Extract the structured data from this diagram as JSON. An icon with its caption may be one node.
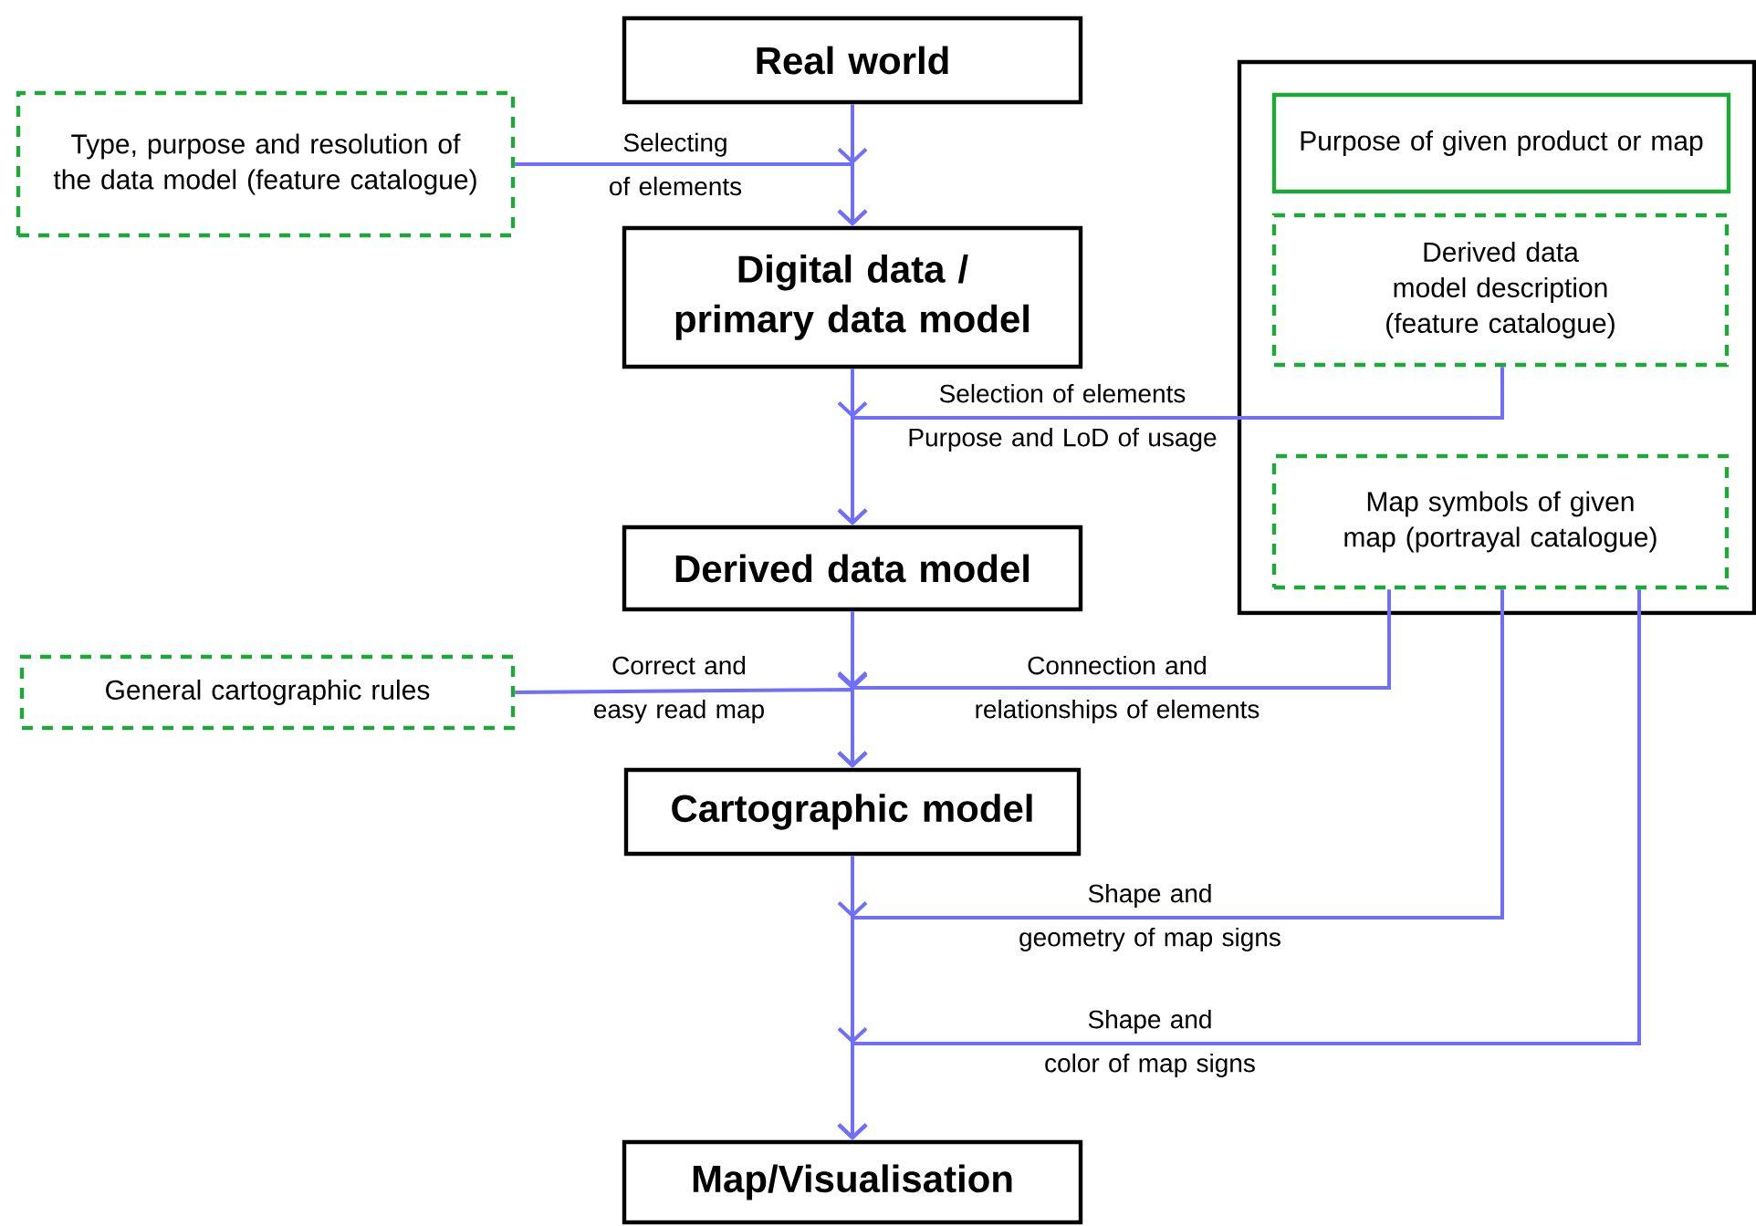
{
  "diagram": {
    "nodes": [
      {
        "text": [
          "Real world"
        ]
      },
      {
        "text": [
          "Type, purpose and resolution of the data model (feature catalogue)"
        ]
      },
      {
        "text": [
          "Digital data / primary data model"
        ]
      },
      {
        "text": [
          "Derived data model"
        ]
      },
      {
        "text": [
          "General cartographic rules"
        ]
      },
      {
        "text": [
          "Cartographic model"
        ]
      },
      {
        "text": [
          "Map/Visualisation"
        ]
      },
      {
        "text": [],
        "shape": "box"
      },
      {
        "text": [
          "Purpose of given product or map"
        ],
        "in": 7
      },
      {
        "text": [
          "Derived data model description (feature catalogue)"
        ],
        "in": 7
      },
      {
        "text": [
          "Map symbols of given map (portrayal catalogue)"
        ],
        "in": 7
      }
    ],
    "edges": [
      {
        "from": 0,
        "to": 2,
        "arrow": "to"
      },
      {
        "from": 1,
        "to": 2,
        "arrow": "to",
        "label": "Selecting of elements"
      },
      {
        "from": 2,
        "to": 3,
        "arrow": "to"
      },
      {
        "from": 9,
        "to": 3,
        "arrow": "to",
        "label": "Selection of elements Purpose and LoD of usage"
      },
      {
        "from": 3,
        "to": 5,
        "arrow": "to"
      },
      {
        "from": 4,
        "to": 5,
        "arrow": "to",
        "label": "Correct and easy read map"
      },
      {
        "from": 10,
        "to": 5,
        "arrow": "to",
        "label": "Connection and relationships of elements"
      },
      {
        "from": 5,
        "to": 6,
        "arrow": "to"
      },
      {
        "from": 10,
        "to": 6,
        "arrow": "to",
        "label": "Shape and geometry of map signs"
      },
      {
        "from": 10,
        "to": 6,
        "arrow": "to",
        "label": "Shape and color of map signs"
      }
    ]
  }
}
